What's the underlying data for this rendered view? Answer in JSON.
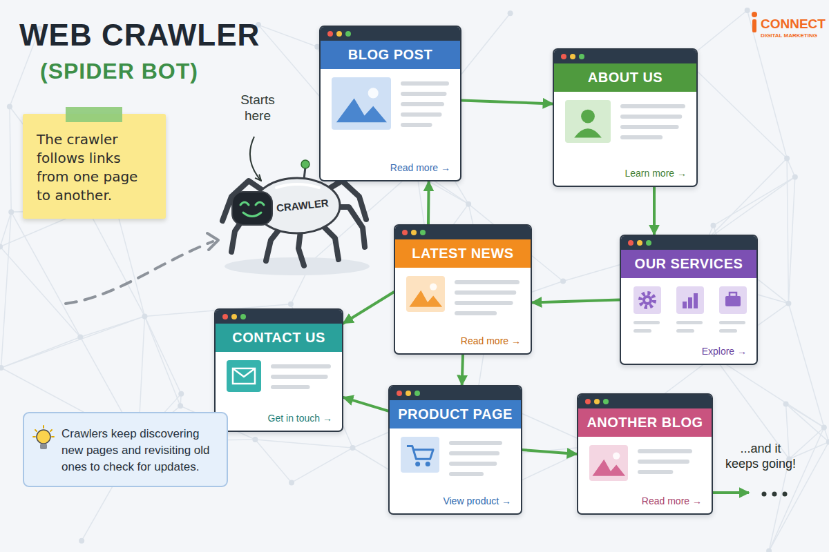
{
  "diagram": {
    "title": "WEB CRAWLER",
    "nodes": [
      {
        "text": [
          "The crawler follows links from one page to another."
        ]
      },
      {
        "text": [
          "BLOG POST",
          "Read more →"
        ]
      },
      {
        "text": [
          "ABOUT US",
          "Learn more →"
        ]
      },
      {
        "text": [
          "LATEST NEWS",
          "Read more →"
        ]
      },
      {
        "text": [
          "OUR SERVICES",
          "Explore →"
        ]
      },
      {
        "text": [
          "CONTACT US",
          "Get in touch →"
        ]
      },
      {
        "text": [
          "PRODUCT PAGE",
          "View product →"
        ]
      },
      {
        "text": [
          "ANOTHER BLOG",
          "Read more →"
        ]
      },
      {
        "text": [
          "Crawlers keep discovering new pages and revisiting old ones to check for updates."
        ]
      }
    ],
    "edges": [
      {
        "from": 1,
        "to": 2,
        "arrow": "to"
      },
      {
        "from": 2,
        "to": 4,
        "arrow": "to"
      },
      {
        "from": 4,
        "to": 3,
        "arrow": "to"
      },
      {
        "from": 3,
        "to": 1,
        "arrow": "to"
      },
      {
        "from": 3,
        "to": 5,
        "arrow": "to"
      },
      {
        "from": 3,
        "to": 6,
        "arrow": "to"
      },
      {
        "from": 6,
        "to": 5,
        "arrow": "to"
      },
      {
        "from": 6,
        "to": 7,
        "arrow": "to"
      }
    ],
    "labels": [
      "(SPIDER BOT)",
      "Starts here",
      "CRAWLER",
      "...and it keeps going!",
      "CONNECT",
      "DIGITAL MARKETING"
    ]
  }
}
